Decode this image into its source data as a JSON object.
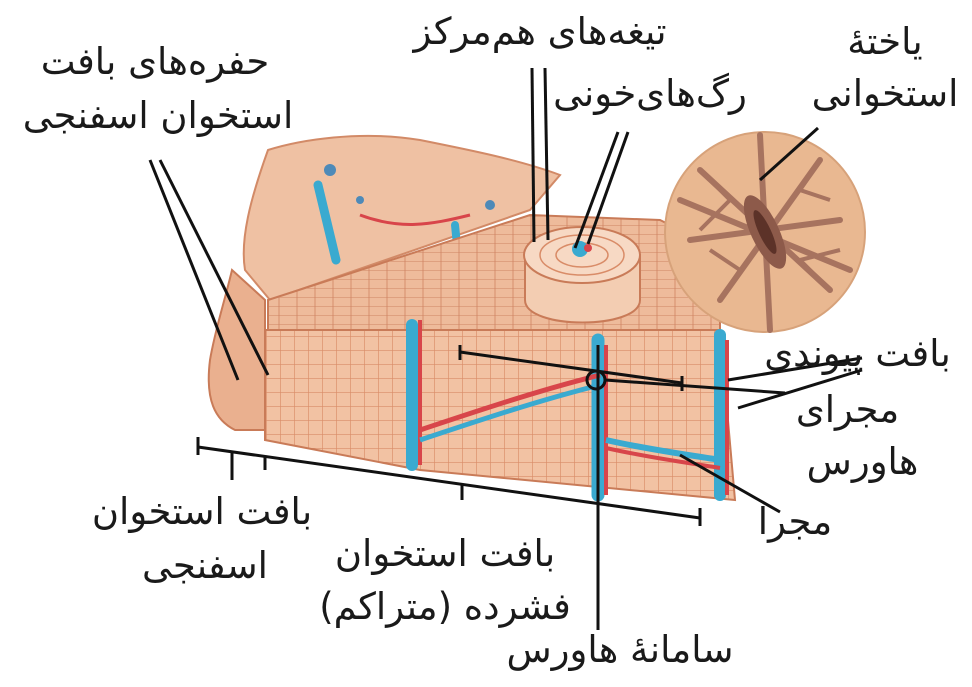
{
  "diagram": {
    "colors": {
      "bone_fill": "#f2c2a3",
      "bone_dark": "#d98c68",
      "bone_light": "#f7d9c4",
      "vessel_blue": "#3aaad0",
      "vessel_red": "#d8454a",
      "osteocyte_fill": "#e9b891",
      "osteocyte_body": "#8d5a4a",
      "line": "#111111",
      "text": "#1a1a1a"
    },
    "labels": {
      "spongy_cavities": [
        "حفره‌های بافت",
        "استخوان اسفنجی"
      ],
      "concentric_lamellae": [
        "تیغه‌های هم‌مرکز"
      ],
      "blood_vessels": [
        "رگ‌های‌خونی"
      ],
      "bone_cell": [
        "یاختهٔ",
        "استخوانی"
      ],
      "connective_tissue": [
        "بافت پیوندی"
      ],
      "haversian_canal": [
        "مجرای",
        "هاورس"
      ],
      "canal": [
        "مجرا"
      ],
      "spongy_bone": [
        "بافت استخوان",
        "اسفنجی"
      ],
      "compact_bone": [
        "بافت استخوان",
        "فشرده (متراکم)"
      ],
      "haversian_system": [
        "سامانهٔ هاورس"
      ]
    }
  }
}
